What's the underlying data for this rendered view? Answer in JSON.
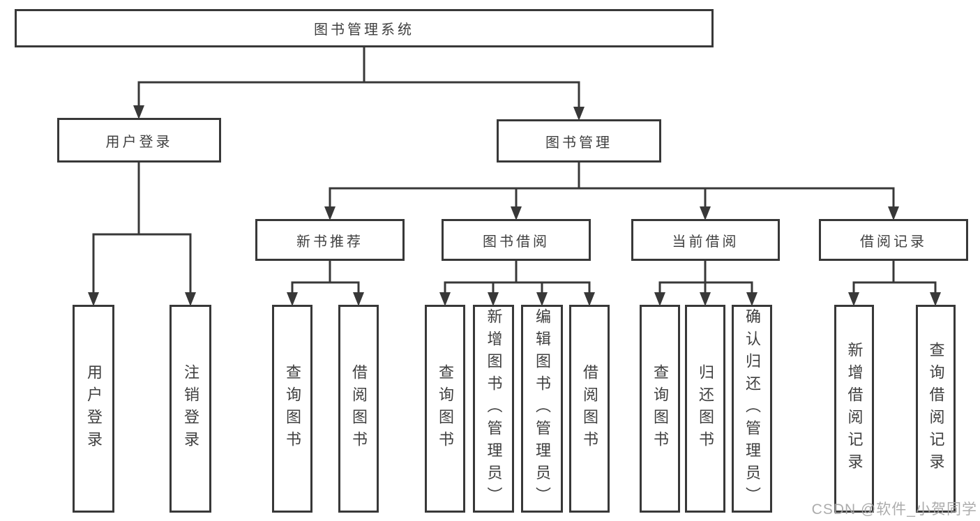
{
  "colors": {
    "line": "#383838",
    "text": "#3f3f3f",
    "background": "#ffffff",
    "watermark": "#a6a6a6"
  },
  "tree": {
    "label": "图书管理系统",
    "children": [
      {
        "label": "用户登录",
        "children": [
          {
            "label": "用户登录"
          },
          {
            "label": "注销登录"
          }
        ]
      },
      {
        "label": "图书管理",
        "children": [
          {
            "label": "新书推荐",
            "children": [
              {
                "label": "查询图书"
              },
              {
                "label": "借阅图书"
              }
            ]
          },
          {
            "label": "图书借阅",
            "children": [
              {
                "label": "查询图书"
              },
              {
                "label": "新增图书（管理员）"
              },
              {
                "label": "编辑图书（管理员）"
              },
              {
                "label": "借阅图书"
              }
            ]
          },
          {
            "label": "当前借阅",
            "children": [
              {
                "label": "查询图书"
              },
              {
                "label": "归还图书"
              },
              {
                "label": "确认归还（管理员）"
              }
            ]
          },
          {
            "label": "借阅记录",
            "children": [
              {
                "label": "新增借阅记录"
              },
              {
                "label": "查询借阅记录"
              }
            ]
          }
        ]
      }
    ]
  },
  "watermark": {
    "text": "CSDN @软件_小贺同学"
  }
}
